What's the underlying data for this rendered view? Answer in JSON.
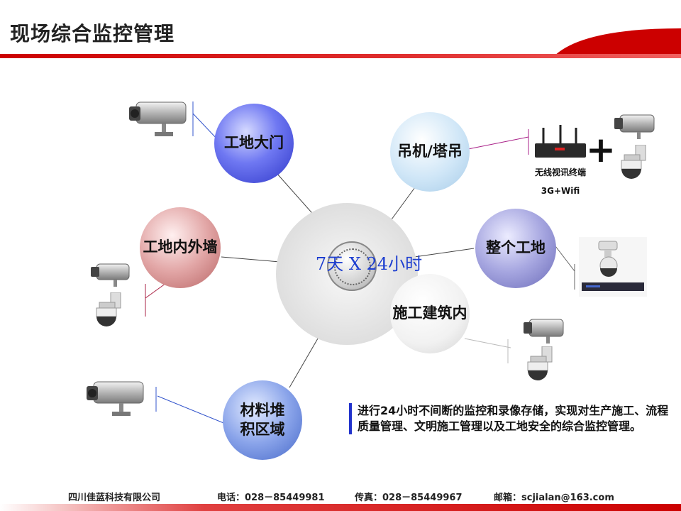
{
  "page": {
    "title": "现场综合监控管理"
  },
  "hub": {
    "label": "7天 X 24小时"
  },
  "nodes": {
    "gate": "工地大门",
    "crane": "吊机/塔吊",
    "wall": "工地内外墙",
    "site": "整个工地",
    "building": "施工建筑内",
    "storage": "材料堆\n积区域"
  },
  "devices": {
    "wireless_terminal_label": "无线视讯终端",
    "network_label": "3G+Wifi",
    "plus": "+"
  },
  "description": "进行24小时不间断的监控和录像存储，实现对生产施工、流程质量管理、文明施工管理以及工地安全的综合监控管理。",
  "footer": {
    "company": "四川佳蓝科技有限公司",
    "phone": "电话：028－85449981",
    "fax": "传真：028－85449967",
    "email": "邮箱：scjialan@163.com"
  },
  "colors": {
    "accent_red": "#cc0000",
    "accent_blue": "#2233cc",
    "hub_text": "#1e3fd0"
  }
}
